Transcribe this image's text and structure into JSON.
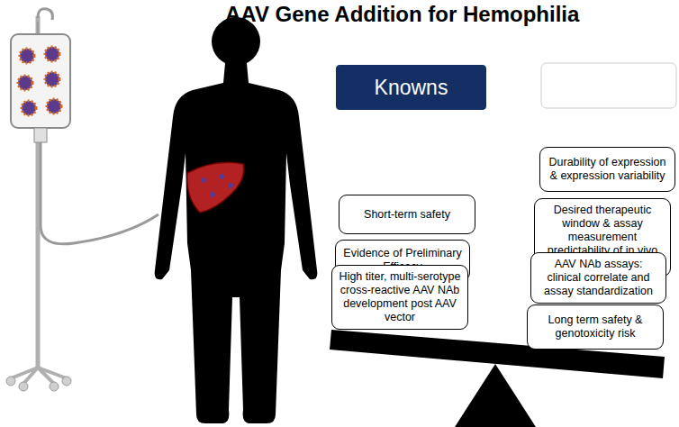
{
  "diagram": {
    "title": "AAV Gene Addition for Hemophilia",
    "nodes": [
      {
        "text": [
          "Knowns"
        ]
      },
      {
        "text": [
          "Short-term safety"
        ]
      },
      {
        "text": [
          "Evidence of Preliminary Efficacy"
        ]
      },
      {
        "text": [
          "High titer, multi-serotype cross-reactive AAV NAb development post AAV vector"
        ]
      },
      {
        "text": [
          "Durability of expression & expression variability"
        ]
      },
      {
        "text": [
          "Desired therapeutic window & assay measurement predictability of in vivo hemostasis"
        ]
      },
      {
        "text": [
          "AAV NAb assays: clinical correlate and assay standardization"
        ]
      },
      {
        "text": [
          "Long term safety & genotoxicity risk"
        ]
      }
    ]
  }
}
